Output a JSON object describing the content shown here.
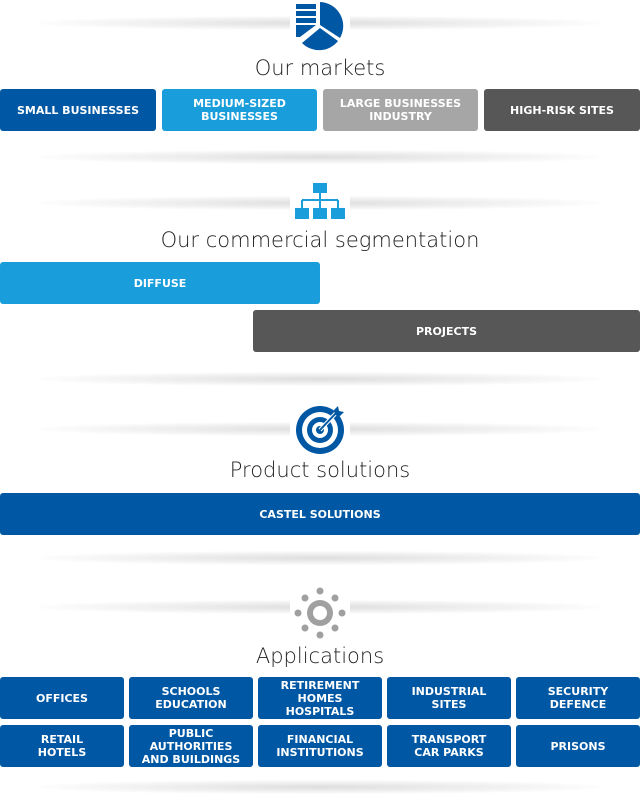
{
  "colors": {
    "dark_blue": "#0057a3",
    "light_blue": "#1a9edb",
    "light_gray": "#a6a6a6",
    "dark_gray": "#575757",
    "icon_gray": "#a0a0a0"
  },
  "markets": {
    "icon": "pie-chart-icon",
    "title": "Our markets",
    "items": [
      {
        "label": "SMALL BUSINESSES"
      },
      {
        "label": "MEDIUM-SIZED\nBUSINESSES"
      },
      {
        "label": "LARGE BUSINESSES\nINDUSTRY"
      },
      {
        "label": "HIGH-RISK SITES"
      }
    ]
  },
  "segmentation": {
    "icon": "hierarchy-icon",
    "title": "Our commercial segmentation",
    "diffuse": "DIFFUSE",
    "projects": "PROJECTS"
  },
  "products": {
    "icon": "target-icon",
    "title": "Product solutions",
    "castel": "CASTEL SOLUTIONS"
  },
  "applications": {
    "icon": "gear-network-icon",
    "title": "Applications",
    "items": [
      {
        "label": "OFFICES"
      },
      {
        "label": "SCHOOLS\nEDUCATION"
      },
      {
        "label": "RETIREMENT HOMES\nHOSPITALS"
      },
      {
        "label": "INDUSTRIAL\nSITES"
      },
      {
        "label": "SECURITY\nDEFENCE"
      },
      {
        "label": "RETAIL\nHOTELS"
      },
      {
        "label": "PUBLIC AUTHORITIES\nAND BUILDINGS"
      },
      {
        "label": "FINANCIAL\nINSTITUTIONS"
      },
      {
        "label": "TRANSPORT\nCAR PARKS"
      },
      {
        "label": "PRISONS"
      }
    ]
  }
}
